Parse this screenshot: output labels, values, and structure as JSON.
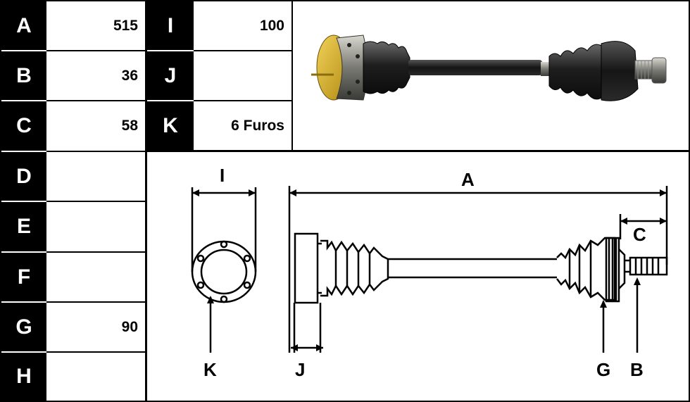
{
  "rows_left": [
    {
      "letter": "A",
      "value": "515"
    },
    {
      "letter": "B",
      "value": "36"
    },
    {
      "letter": "C",
      "value": "58"
    },
    {
      "letter": "D",
      "value": ""
    },
    {
      "letter": "E",
      "value": ""
    },
    {
      "letter": "F",
      "value": ""
    },
    {
      "letter": "G",
      "value": "90"
    },
    {
      "letter": "H",
      "value": ""
    }
  ],
  "rows_right": [
    {
      "letter": "I",
      "value": "100"
    },
    {
      "letter": "J",
      "value": ""
    },
    {
      "letter": "K",
      "value": "6 Furos"
    }
  ],
  "diagram_labels": {
    "I": "I",
    "A": "A",
    "C": "C",
    "K": "K",
    "J": "J",
    "G": "G",
    "B": "B"
  }
}
